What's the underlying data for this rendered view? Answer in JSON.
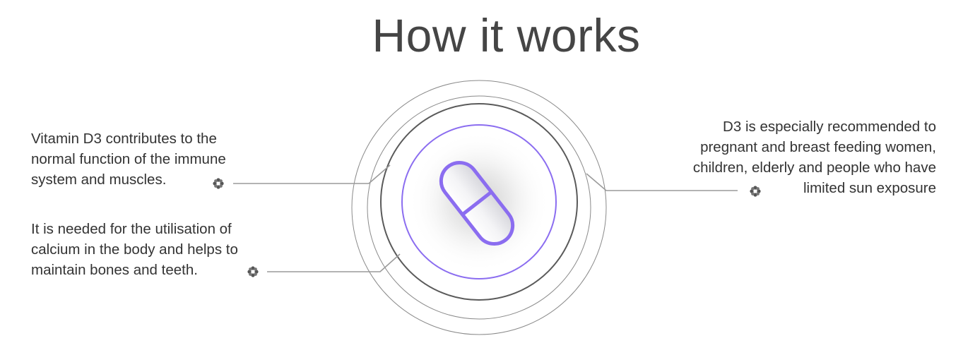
{
  "heading": {
    "title": "How it works"
  },
  "facts": {
    "left_top": {
      "lines": [
        "Vitamin D3 contributes to the",
        "normal function of the immune",
        "system and muscles."
      ]
    },
    "left_bottom": {
      "lines": [
        "It is needed for the utilisation of",
        "calcium in the body and helps to",
        "maintain bones and teeth."
      ]
    },
    "right": {
      "lines": [
        "D3 is especially recommended to",
        "pregnant and breast feeding women,",
        "children, elderly and people who have",
        "limited sun exposure"
      ]
    }
  },
  "icons": {
    "connector_marker": "flower-icon",
    "center": "capsule-icon"
  },
  "colors": {
    "accent": "#8b6df0",
    "ring_outer": "#8a8a8a",
    "ring_inner": "#5a5a5a",
    "connector": "#9a9a9a",
    "text": "#333333"
  }
}
